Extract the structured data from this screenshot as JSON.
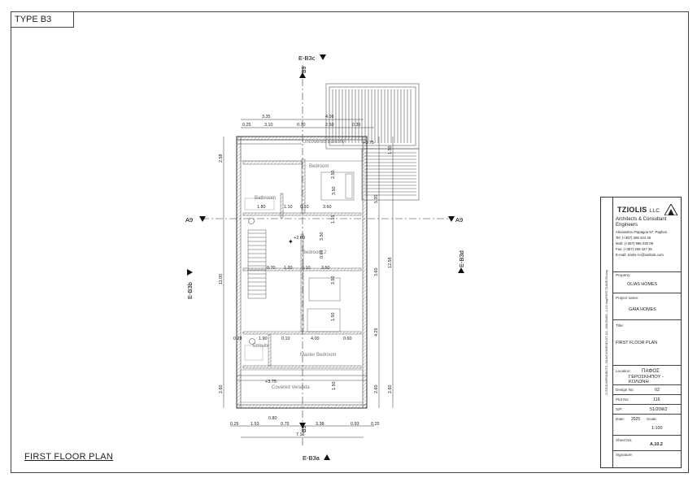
{
  "sheet": {
    "type_label": "TYPE B3",
    "drawing_title": "FIRST FLOOR PLAN"
  },
  "sections": {
    "top": "E-B3c",
    "bottom": "E-B3a",
    "left": "E-B3b",
    "right": "E-B3d",
    "axis_left": "A9",
    "axis_right": "A9",
    "axis_top": "B9",
    "axis_bottom": "B9"
  },
  "rooms": {
    "uncovered_balcony": "Uncovered Balcony",
    "bedroom": "Bedroom",
    "bathroom": "Bathroom",
    "bedroom2": "Bedroom 2",
    "ensuite": "Ensuite",
    "master_bedroom": "Master Bedroom",
    "covered_veranda": "Covered Veranda",
    "level_top": "+3.75",
    "level_mid": "+2.60",
    "level_bottom": "+3.75"
  },
  "dims": {
    "top_total": "3.35",
    "top_right": "4.06",
    "top_a": "0.25",
    "top_b": "3.10",
    "top_c": "0.70",
    "top_d": "2.50",
    "top_e": "0.35",
    "left_a": "2.58",
    "left_b": "11.00",
    "left_c": "2.60",
    "right_a": "5.30",
    "right_b": "12.58",
    "right_c": "3.60",
    "right_d": "4.25",
    "right_e": "2.60",
    "right_f": "1.50",
    "right_g": "3.50",
    "right_h": "1.50",
    "bath_a": "1.80",
    "bath_b": "1.10",
    "bath_c": "0.10",
    "bath_d": "3.60",
    "bed2_a": "0.70",
    "bed2_b": "1.20",
    "bed2_c": "0.10",
    "bed2_d": "3.50",
    "ens_a": "0.28",
    "ens_b": "1.90",
    "ens_c": "0.10",
    "ens_d": "4.00",
    "ens_e": "0.60",
    "bot_a": "0.25",
    "bot_b": "1.53",
    "bot_c": "0.75",
    "bot_d": "3.38",
    "bot_e": "0.93",
    "bot_f": "0.25",
    "bot_g": "0.80",
    "bot_total": "7.16",
    "v_a": "2.50",
    "v_b": "1.50",
    "v_c": "3.50",
    "v_d": "1.15",
    "v_e": "2.50",
    "v_f": "0.60"
  },
  "title_block": {
    "firm": "TZIOLIS",
    "firm_suffix": "LLC",
    "subtitle": "Architects & Consultant Engineers",
    "address": "Alexandrou Papagou 57, Paphos",
    "tel": "Tel:    (+357) 269 444 45",
    "mob": "Mob:  (+357) 996 030 09",
    "fax": "Fax:   (+357) 269 427 35",
    "email": "E-mail:  tziolis-l-c@outlook.com",
    "property_label": "Property:",
    "property": "OLIAS HOMES",
    "project_label": "Project name:",
    "project": "GAIA HOMES",
    "title_label": "Title:",
    "title": "FIRST FLOOR PLAN",
    "location_label": "Location:",
    "location_1": "ΠΑΦΟΣ",
    "location_2": "ΓΕΡΟΣΚΗΠΟΥ - ΚΟΛΩΝΗ",
    "design_label": "Design No:",
    "design_no": "02",
    "plot_label": "Plot No:",
    "plot_no": "116",
    "sp_label": "S/P:",
    "sp": "51/20W2",
    "date_label": "Date:",
    "date": "2025",
    "scale_label": "Scale:",
    "scale": "1:100",
    "sheet_label": "Sheet No:",
    "sheet_no": "A.10.2",
    "signature_label": "Signature:",
    "filepath": "Z:\\TZIOLIS\\PROJECTS - OLIAS HOMES\\PLOT 116 - KOLONI\\B3 - 1:100 dwg\\FIRST FLOOR B3.dwg"
  }
}
